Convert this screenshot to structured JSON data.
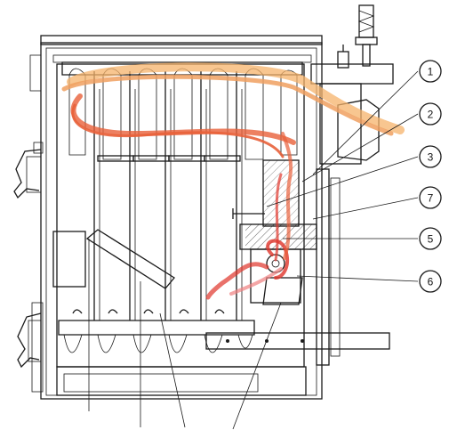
{
  "diagram": {
    "callouts": [
      {
        "id": "c1",
        "label": "1"
      },
      {
        "id": "c2",
        "label": "2"
      },
      {
        "id": "c3",
        "label": "3"
      },
      {
        "id": "c7",
        "label": "7"
      },
      {
        "id": "c5",
        "label": "5"
      },
      {
        "id": "c6",
        "label": "6"
      }
    ],
    "colors": {
      "outline": "#1a1a1a",
      "flue_gas_light": "#f5b36b",
      "flue_gas_dark": "#e8603a",
      "combustion_red": "#e0352b",
      "insulation_yellow": "#f2e27a"
    }
  }
}
